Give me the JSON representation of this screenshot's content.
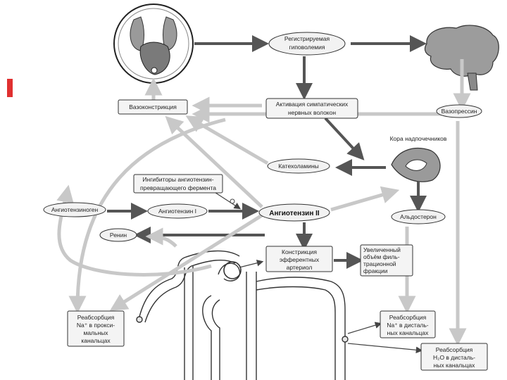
{
  "colors": {
    "accent_mark": "#e03030",
    "dark_arrow": "#555555",
    "light_arrow": "#c8c8c8"
  },
  "nodes": {
    "hypovolemia": [
      "Регистрируемая",
      "гиповолемия"
    ],
    "sympathetic": [
      "Активация симпатических",
      "нервных волокон"
    ],
    "vasoconstriction": "Вазоконстрикция",
    "vasopressin": "Вазопрессин",
    "adrenal_cortex": "Кора надпочечников",
    "catecholamines": "Катехоламины",
    "ace_inhibitors": [
      "Ингибиторы ангиотензин-",
      "превращающего фермента"
    ],
    "angiotensinogen": "Ангиотензиноген",
    "angiotensin1": "Ангиотензин I",
    "angiotensin2": "Ангиотензин II",
    "renin": "Ренин",
    "aldosterone": "Альдостерон",
    "efferent": [
      "Констрикция",
      "эфферентных",
      "артериол"
    ],
    "filtration": [
      "Увеличенный",
      "объём филь-",
      "трационной",
      "фракции"
    ],
    "prox_reabs": [
      "Реабсорбция",
      "Na⁺ в прокси-",
      "мальных",
      "канальцах"
    ],
    "dist_na": [
      "Реабсорбция",
      "Na⁺ в дисталь-",
      "ных канальцах"
    ],
    "dist_h2o": [
      "Реабсорбция",
      "H₂O в дисталь-",
      "ных канальцах"
    ]
  }
}
